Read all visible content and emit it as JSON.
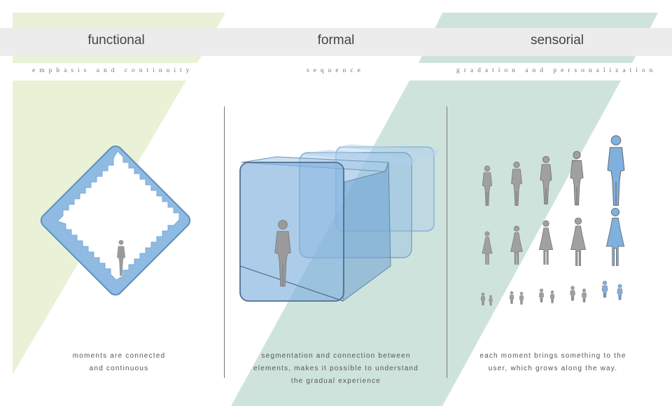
{
  "columns": [
    {
      "title": "functional",
      "subtitle": "emphasis and continuity",
      "caption_lines": [
        "moments are connected",
        "and continuous"
      ]
    },
    {
      "title": "formal",
      "subtitle": "sequence",
      "caption_lines": [
        "segmentation and connection between",
        "elements, makes it possible to understand",
        "the gradual experience"
      ]
    },
    {
      "title": "sensorial",
      "subtitle": "gradation and personalization",
      "caption_lines": [
        "each moment brings something to the",
        "user, which grows along the way."
      ]
    }
  ],
  "colors": {
    "green_band": "#e9f2d6",
    "teal_band": "#cfe3dd",
    "title_bar": "#ececec",
    "blue": "#6fa6d8",
    "figure_gray": "#9a9a9a",
    "divider": "#777777"
  },
  "icons": [
    "stepped-square-loop",
    "glass-cube-sequence",
    "human-figure",
    "woman-figure",
    "child-figure"
  ]
}
